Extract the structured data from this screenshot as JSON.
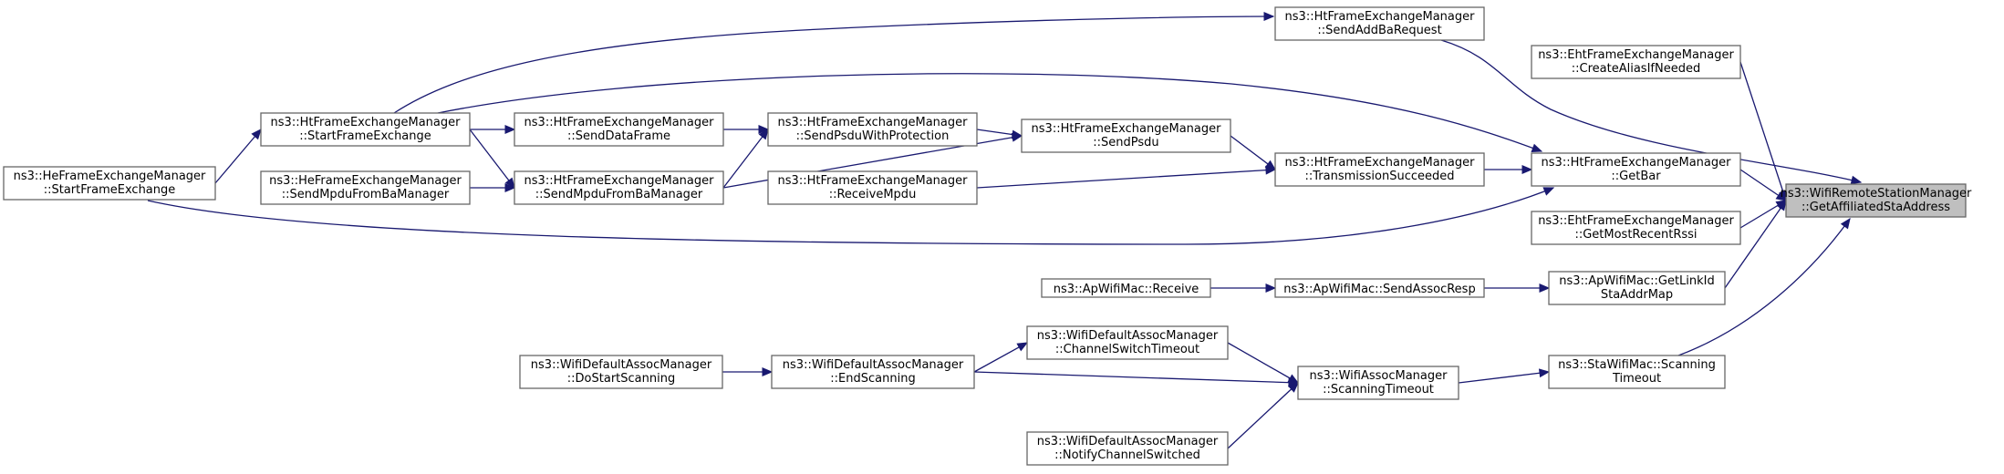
{
  "nodes": {
    "get_affiliated": {
      "line1": "ns3::WifiRemoteStationManager",
      "line2": "::GetAffiliatedStaAddress",
      "root": true
    },
    "get_bar": {
      "line1": "ns3::HtFrameExchangeManager",
      "line2": "::GetBar"
    },
    "eht_create_alias": {
      "line1": "ns3::EhtFrameExchangeManager",
      "line2": "::CreateAliasIfNeeded"
    },
    "eht_recent_rssi": {
      "line1": "ns3::EhtFrameExchangeManager",
      "line2": "::GetMostRecentRssi"
    },
    "ap_linkid": {
      "line1": "ns3::ApWifiMac::GetLinkId",
      "line2": "StaAddrMap"
    },
    "sta_scanning": {
      "line1": "ns3::StaWifiMac::Scanning",
      "line2": "Timeout"
    },
    "send_addba": {
      "line1": "ns3::HtFrameExchangeManager",
      "line2": "::SendAddBaRequest"
    },
    "tx_succeeded": {
      "line1": "ns3::HtFrameExchangeManager",
      "line2": "::TransmissionSucceeded"
    },
    "send_psdu": {
      "line1": "ns3::HtFrameExchangeManager",
      "line2": "::SendPsdu"
    },
    "send_psdu_prot": {
      "line1": "ns3::HtFrameExchangeManager",
      "line2": "::SendPsduWithProtection"
    },
    "receive_mpdu": {
      "line1": "ns3::HtFrameExchangeManager",
      "line2": "::ReceiveMpdu"
    },
    "send_data_frame": {
      "line1": "ns3::HtFrameExchangeManager",
      "line2": "::SendDataFrame"
    },
    "ht_send_mpdu_ba": {
      "line1": "ns3::HtFrameExchangeManager",
      "line2": "::SendMpduFromBaManager"
    },
    "ht_start_fe": {
      "line1": "ns3::HtFrameExchangeManager",
      "line2": "::StartFrameExchange"
    },
    "he_start_fe": {
      "line1": "ns3::HeFrameExchangeManager",
      "line2": "::StartFrameExchange"
    },
    "he_send_mpdu_ba": {
      "line1": "ns3::HeFrameExchangeManager",
      "line2": "::SendMpduFromBaManager"
    },
    "send_assoc_resp": {
      "line1": "ns3::ApWifiMac::SendAssocResp",
      "line2": ""
    },
    "ap_receive": {
      "line1": "ns3::ApWifiMac::Receive",
      "line2": ""
    },
    "assoc_scanning_timeout": {
      "line1": "ns3::WifiAssocManager",
      "line2": "::ScanningTimeout"
    },
    "channel_switch_timeout": {
      "line1": "ns3::WifiDefaultAssocManager",
      "line2": "::ChannelSwitchTimeout"
    },
    "end_scanning": {
      "line1": "ns3::WifiDefaultAssocManager",
      "line2": "::EndScanning"
    },
    "notify_channel_switched": {
      "line1": "ns3::WifiDefaultAssocManager",
      "line2": "::NotifyChannelSwitched"
    },
    "do_start_scanning": {
      "line1": "ns3::WifiDefaultAssocManager",
      "line2": "::DoStartScanning"
    }
  },
  "edges": [
    [
      "get_bar",
      "get_affiliated"
    ],
    [
      "eht_create_alias",
      "get_affiliated"
    ],
    [
      "eht_recent_rssi",
      "get_affiliated"
    ],
    [
      "ap_linkid",
      "get_affiliated"
    ],
    [
      "sta_scanning",
      "get_affiliated"
    ],
    [
      "send_addba",
      "get_affiliated"
    ],
    [
      "tx_succeeded",
      "get_bar"
    ],
    [
      "ht_start_fe",
      "get_bar"
    ],
    [
      "he_start_fe",
      "get_bar"
    ],
    [
      "send_psdu",
      "tx_succeeded"
    ],
    [
      "receive_mpdu",
      "tx_succeeded"
    ],
    [
      "send_psdu_prot",
      "send_psdu"
    ],
    [
      "ht_send_mpdu_ba",
      "send_psdu"
    ],
    [
      "send_data_frame",
      "send_psdu_prot"
    ],
    [
      "ht_send_mpdu_ba",
      "send_psdu_prot"
    ],
    [
      "ht_start_fe",
      "send_data_frame"
    ],
    [
      "ht_start_fe",
      "ht_send_mpdu_ba"
    ],
    [
      "he_send_mpdu_ba",
      "ht_send_mpdu_ba"
    ],
    [
      "he_start_fe",
      "ht_start_fe"
    ],
    [
      "ht_start_fe",
      "send_addba"
    ],
    [
      "send_assoc_resp",
      "ap_linkid"
    ],
    [
      "ap_receive",
      "send_assoc_resp"
    ],
    [
      "assoc_scanning_timeout",
      "sta_scanning"
    ],
    [
      "channel_switch_timeout",
      "assoc_scanning_timeout"
    ],
    [
      "end_scanning",
      "assoc_scanning_timeout"
    ],
    [
      "notify_channel_switched",
      "assoc_scanning_timeout"
    ],
    [
      "end_scanning",
      "channel_switch_timeout"
    ],
    [
      "do_start_scanning",
      "end_scanning"
    ]
  ]
}
